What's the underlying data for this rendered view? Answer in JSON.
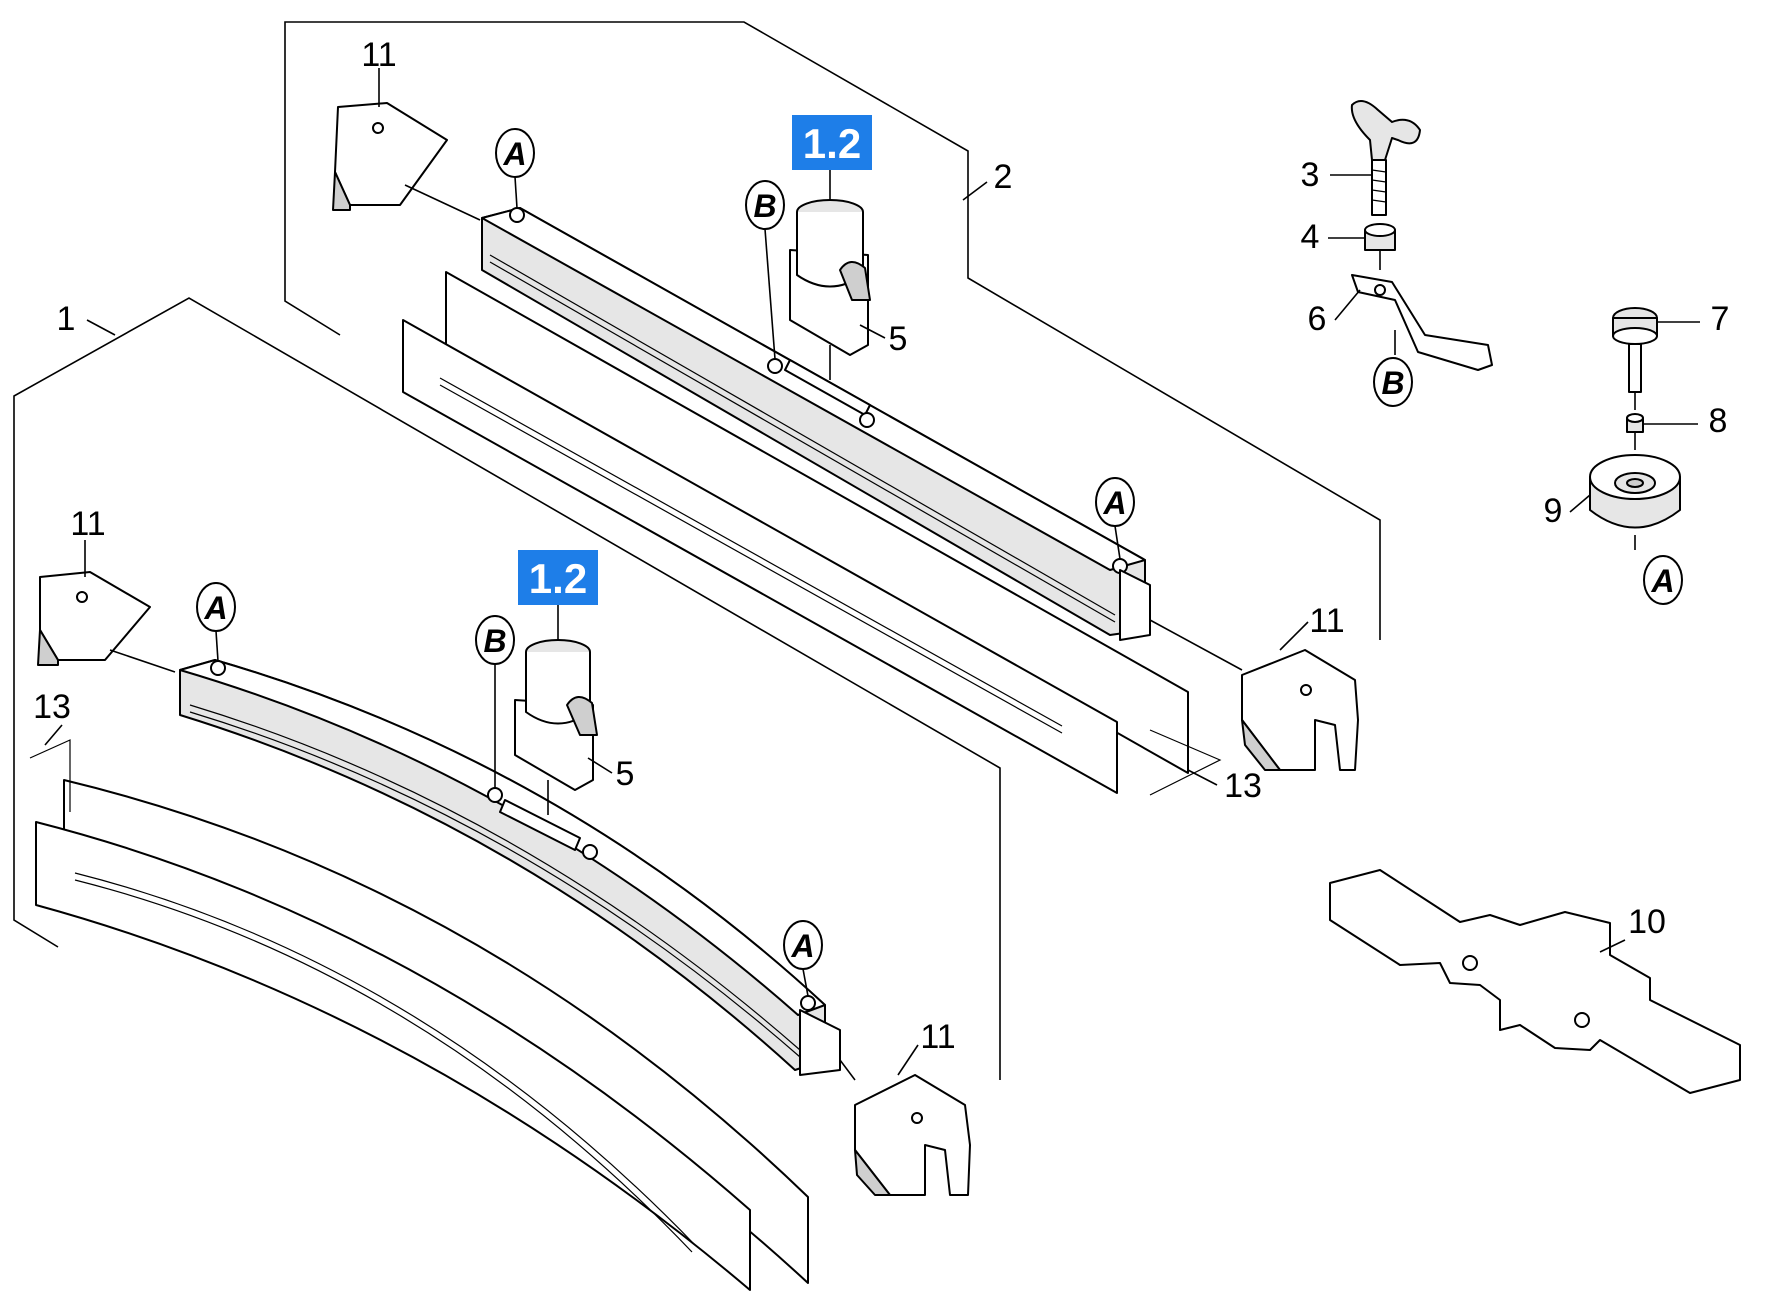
{
  "labels": {
    "assembly_1": "1",
    "assembly_2": "2",
    "part_3": "3",
    "part_4": "4",
    "part_5": "5",
    "part_6": "6",
    "part_7": "7",
    "part_8": "8",
    "part_9": "9",
    "part_10": "10",
    "part_11": "11",
    "part_13": "13"
  },
  "refs": {
    "a": "A",
    "b": "B"
  },
  "badge": {
    "text": "1.2",
    "color": "#1e7ee8"
  }
}
